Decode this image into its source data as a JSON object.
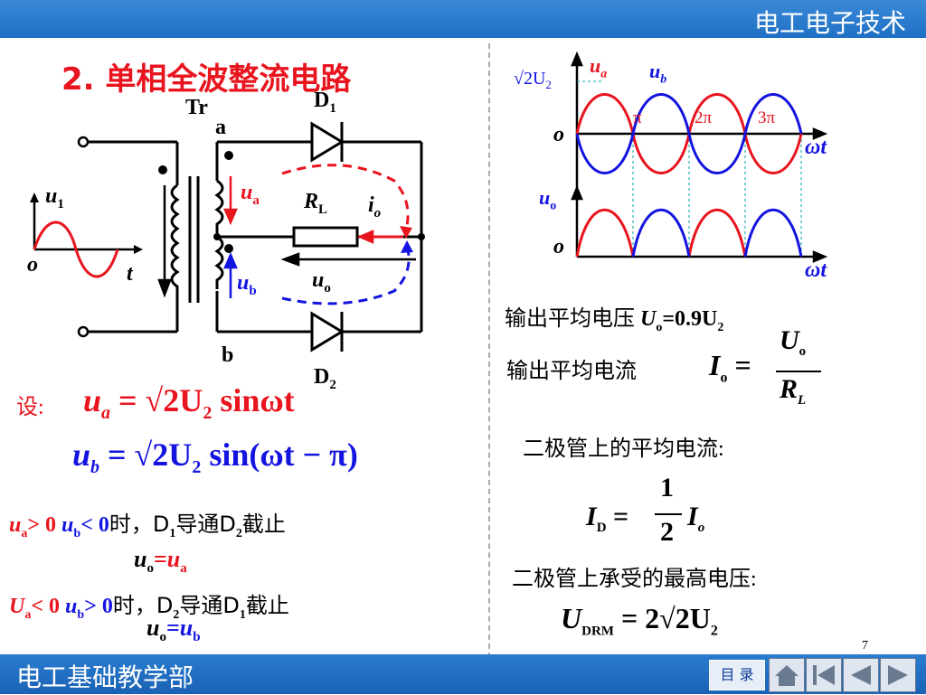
{
  "header": {
    "title": "电工电子技术"
  },
  "footer": {
    "title": "电工基础教学部",
    "menu_label": "目 录",
    "page_number": "7"
  },
  "slide": {
    "title": "2. 单相全波整流电路",
    "circuit": {
      "tr": "Tr",
      "a": "a",
      "b": "b",
      "d1": "D",
      "d1_sub": "1",
      "d2": "D",
      "d2_sub": "2",
      "u1": "u",
      "u1_sub": "1",
      "o": "o",
      "t": "t",
      "ua": "u",
      "ua_sub": "a",
      "ub": "u",
      "ub_sub": "b",
      "rl": "R",
      "rl_sub": "L",
      "io": "i",
      "io_sub": "o",
      "uo": "u",
      "uo_sub": "o"
    },
    "waves": {
      "sqrt2u2": "√2U",
      "sqrt2u2_sub": "2",
      "ua": "u",
      "ua_sub": "a",
      "ub": "u",
      "ub_sub": "b",
      "pi": "π",
      "two_pi": "2π",
      "three_pi": "3π",
      "o": "o",
      "wt": "ωt",
      "uo": "u",
      "uo_sub": "o",
      "o2": "o",
      "wt2": "ωt"
    },
    "left_text": {
      "set": "设:",
      "eq1_lhs": "u",
      "eq1_lhs_sub": "a",
      "eq1_rhs": "= √2U",
      "eq1_rhs_sub": "2",
      "eq1_tail": " sinωt",
      "eq2_lhs": "u",
      "eq2_lhs_sub": "b",
      "eq2_rhs": "= √2U",
      "eq2_rhs_sub": "2",
      "eq2_tail": " sin(ωt − π)",
      "cond1_a": "u",
      "cond1_a_sub": "a",
      "cond1_a_tail": "> 0  ",
      "cond1_b": "u",
      "cond1_b_sub": "b",
      "cond1_b_tail": "< 0",
      "cond1_text": "时，D",
      "cond1_d1": "1",
      "cond1_mid": "导通D",
      "cond1_d2": "2",
      "cond1_end": "截止",
      "res1_l": "u",
      "res1_l_sub": "o",
      "res1_eq": "=",
      "res1_r": "u",
      "res1_r_sub": "a",
      "cond2_a": "U",
      "cond2_a_sub": "a",
      "cond2_a_tail": "< 0  ",
      "cond2_b": "u",
      "cond2_b_sub": "b",
      "cond2_b_tail": "> 0",
      "cond2_text": "时，D",
      "cond2_d1": "2",
      "cond2_mid": "导通D",
      "cond2_d2": "1",
      "cond2_end": "截止",
      "res2_l": "u",
      "res2_l_sub": "o",
      "res2_eq": "=",
      "res2_r": "u",
      "res2_r_sub": "b"
    },
    "right_text": {
      "avg_voltage_label": "输出平均电压",
      "avg_voltage_U": "U",
      "avg_voltage_sub": "o",
      "avg_voltage_val": "=0.9U",
      "avg_voltage_val_sub": "2",
      "avg_current_label": "输出平均电流",
      "io_I": "I",
      "io_sub": "o",
      "io_eq": "=",
      "io_num": "U",
      "io_num_sub": "o",
      "io_den": "R",
      "io_den_sub": "L",
      "diode_current_label": "二极管上的平均电流:",
      "id_I": "I",
      "id_sub": "D",
      "id_eq": "=",
      "id_num": "1",
      "id_den": "2",
      "id_I2": "I",
      "id_I2_sub": "o",
      "max_voltage_label": "二极管上承受的最高电压:",
      "udrm_U": "U",
      "udrm_sub": "DRM",
      "udrm_eq": "= 2√2U",
      "udrm_eq_sub": "2"
    }
  },
  "colors": {
    "accent": "#e8141e",
    "blue": "#1414e0",
    "bar": "#1f6fc4"
  }
}
